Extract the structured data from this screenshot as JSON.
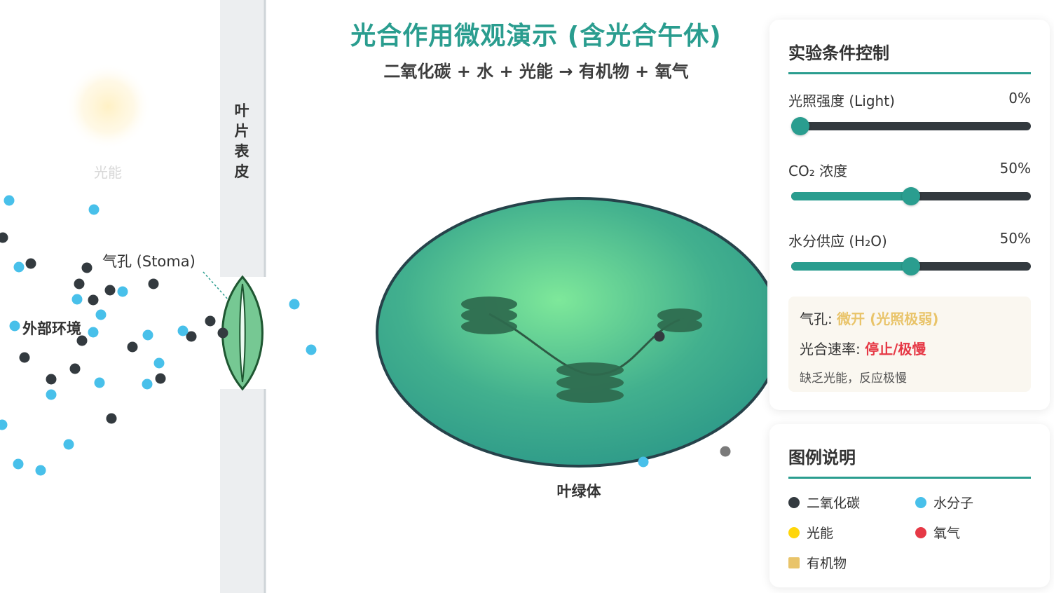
{
  "title": "光合作用微观演示 (含光合午休)",
  "equation": "二氧化碳 + 水 + 光能 → 有机物 + 氧气",
  "scene": {
    "sun_label": "光能",
    "leaf_surface_label": "叶片表皮",
    "stoma_label": "气孔 (Stoma)",
    "environment_label": "外部环境",
    "chloroplast_label": "叶绿体"
  },
  "controls": {
    "heading": "实验条件控制",
    "sliders": [
      {
        "label": "光照强度 (Light)",
        "value_text": "0%",
        "value": 0
      },
      {
        "label": "CO₂ 浓度",
        "value_text": "50%",
        "value": 50
      },
      {
        "label": "水分供应 (H₂O)",
        "value_text": "50%",
        "value": 50
      }
    ],
    "status": {
      "stoma_key": "气孔:",
      "stoma_value": "微开 (光照极弱)",
      "rate_key": "光合速率:",
      "rate_value": "停止/极慢",
      "note": "缺乏光能，反应极慢"
    }
  },
  "legend": {
    "heading": "图例说明",
    "items": [
      {
        "label": "二氧化碳",
        "color": "#333a3f",
        "shape": "circle"
      },
      {
        "label": "水分子",
        "color": "#48c0ea",
        "shape": "circle"
      },
      {
        "label": "光能",
        "color": "#ffd60a",
        "shape": "circle"
      },
      {
        "label": "氧气",
        "color": "#e63946",
        "shape": "circle"
      },
      {
        "label": "有机物",
        "color": "#e9c46a",
        "shape": "square"
      }
    ]
  },
  "colors": {
    "accent": "#2a9d8f",
    "co2": "#333a3f",
    "water": "#48c0ea",
    "oxygen": "#e63946",
    "glucose": "#e9c46a"
  }
}
